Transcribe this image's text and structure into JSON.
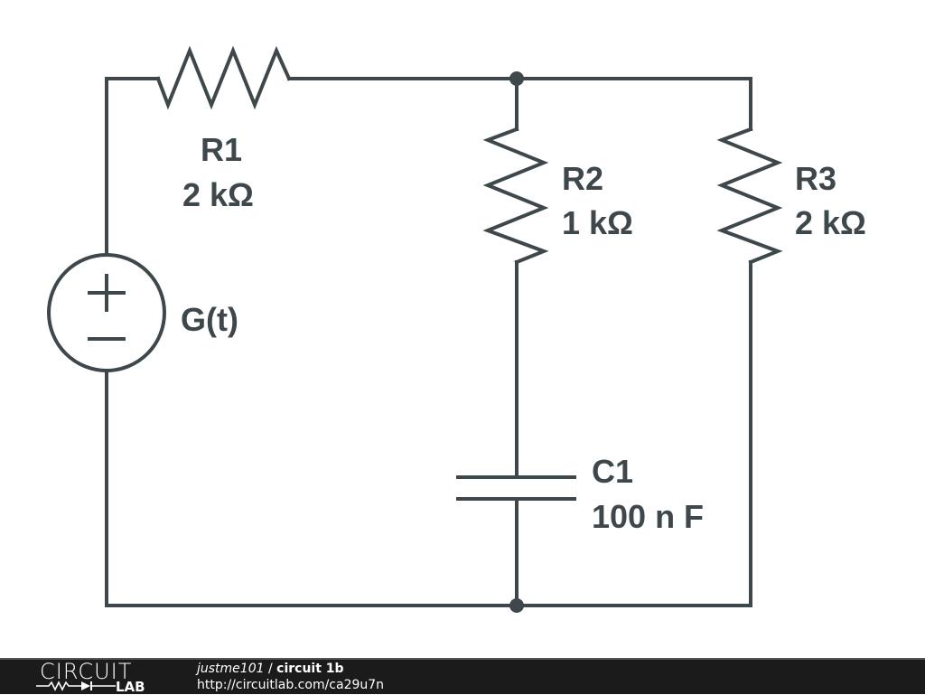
{
  "circuit": {
    "components": {
      "r1": {
        "name": "R1",
        "value": "2 kΩ"
      },
      "r2": {
        "name": "R2",
        "value": "1 kΩ"
      },
      "r3": {
        "name": "R3",
        "value": "2 kΩ"
      },
      "c1": {
        "name": "C1",
        "value": "100 n F"
      },
      "source": {
        "name": "G(t)",
        "type": "voltage-source-icon"
      }
    },
    "stroke_color": "#3e474c"
  },
  "footer": {
    "logo_top": "CIRCUIT",
    "logo_bottom": "LAB",
    "user": "justme101",
    "separator": " / ",
    "title": "circuit 1b",
    "url": "http://circuitlab.com/ca29u7n"
  }
}
